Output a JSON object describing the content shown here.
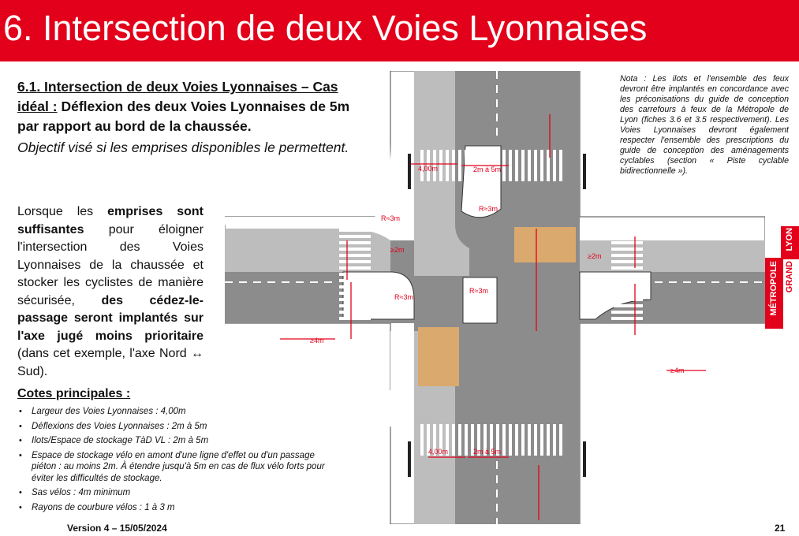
{
  "title": "6. Intersection de deux Voies Lyonnaises",
  "section": {
    "heading_underlined": "6.1. Intersection de deux Voies Lyonnaises – Cas idéal :",
    "heading_rest": "Déflexion des deux Voies Lyonnaises de 5m par rapport au bord de la chaussée.",
    "objective": "Objectif visé si les emprises disponibles le permettent."
  },
  "paragraph": {
    "p1": "Lorsque les",
    "b1": "emprises sont suffisantes",
    "p2": "pour éloigner l'intersection des Voies Lyonnaises de la chaussée et stocker les cyclistes de manière sécurisée,",
    "b2": "des cédez-le-passage seront implantés sur l'axe jugé moins prioritaire",
    "p3": "(dans cet exemple, l'axe Nord ↔ Sud)."
  },
  "cotes": {
    "title": "Cotes principales :",
    "items": [
      "Largeur des Voies Lyonnaises : 4,00m",
      "Déflexions des Voies Lyonnaises : 2m à 5m",
      "Ilots/Espace de stockage TàD VL : 2m à 5m",
      "Espace de stockage vélo en amont d'une ligne d'effet ou d'un passage piéton : au moins 2m. À étendre jusqu'à 5m en cas de flux vélo forts pour éviter les difficultés de stockage.",
      "Sas vélos : 4m minimum",
      "Rayons de courbure vélos : 1 à 3 m"
    ]
  },
  "nota": "Nota : Les ilots et l'ensemble des feux devront être implantés en concordance avec les préconisations du guide de conception des carrefours à feux de la Métropole de Lyon (fiches 3.6 et 3.5 respectivement). Les Voies Lyonnaises devront également respecter l'ensemble des prescriptions du guide de conception des aménagements cyclables (section « Piste cyclable bidirectionnelle »).",
  "diagram": {
    "dim_400": "4,00m",
    "dim_2a5": "2m à 5m",
    "dim_ge4": "≥4m",
    "dim_ge2": "≥2m",
    "dim_r3": "R≈3m"
  },
  "logo": {
    "line1": "LYON",
    "line2": "GRAND",
    "line3": "MÉTROPOLE"
  },
  "footer": {
    "version": "Version 4 – 15/05/2024",
    "page": "21"
  },
  "colors": {
    "brand_red": "#e2001a",
    "road": "#8c8c8c",
    "cycle": "#b9b9b9",
    "sas": "#d9a96e"
  }
}
